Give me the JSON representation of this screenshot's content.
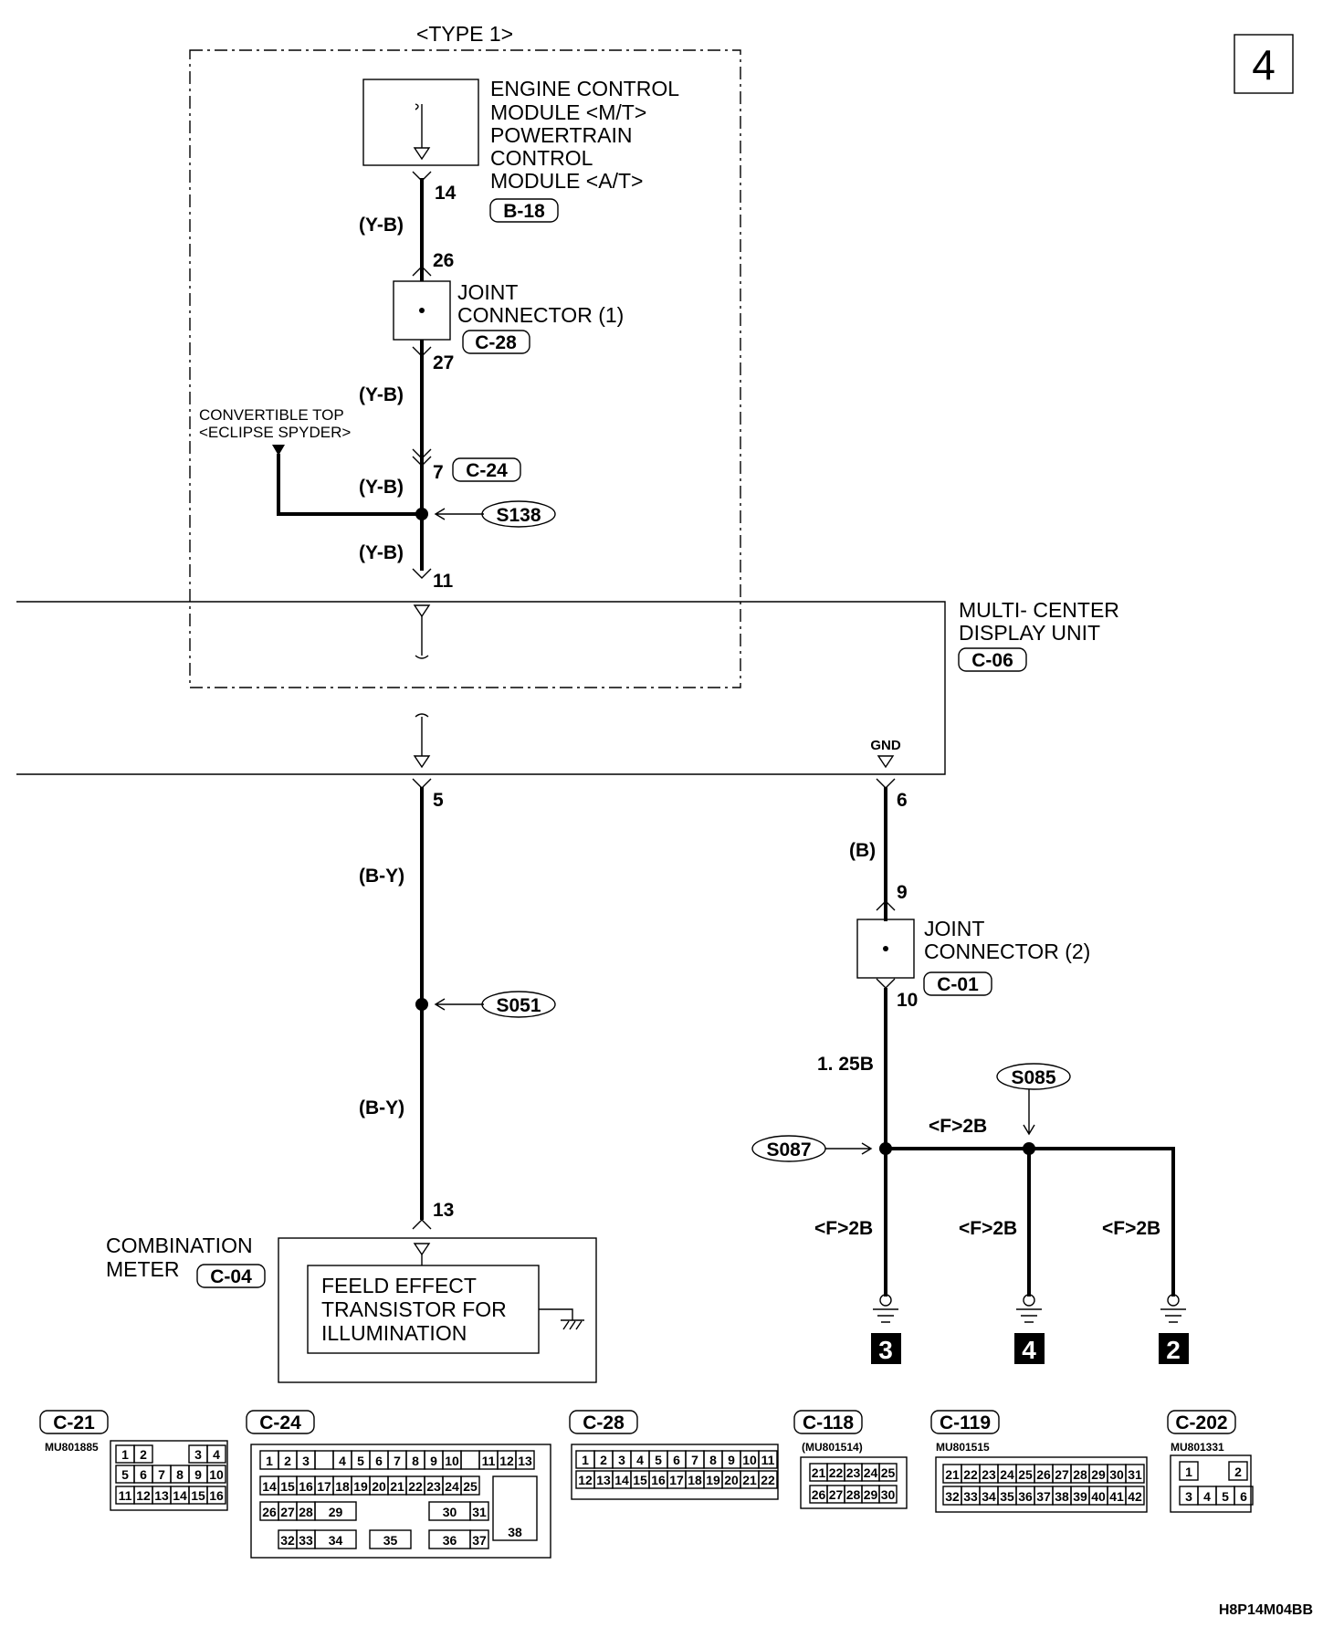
{
  "page_number": "4",
  "figure_code": "H8P14M04BB",
  "type_label": "<TYPE 1>",
  "ecm": {
    "lines": [
      "ENGINE CONTROL",
      "MODULE <M/T>",
      "POWERTRAIN",
      "CONTROL",
      "MODULE <A/T>"
    ],
    "connector": "B-18",
    "pin": "14"
  },
  "joint1": {
    "lines": [
      "JOINT",
      "CONNECTOR (1)"
    ],
    "connector": "C-28",
    "pin_in": "26",
    "pin_out": "27"
  },
  "c24": {
    "pin": "7",
    "connector": "C-24"
  },
  "convertible": {
    "lines": [
      "CONVERTIBLE TOP",
      "<ECLIPSE SPYDER>"
    ]
  },
  "splices": {
    "s138": "S138",
    "s051": "S051",
    "s085": "S085",
    "s087": "S087"
  },
  "wire_colors": {
    "yb": "(Y-B)",
    "by": "(B-Y)",
    "b": "(B)",
    "w125b": "1. 25B",
    "f2b": "<F>2B"
  },
  "mcdu": {
    "lines": [
      "MULTI- CENTER",
      "DISPLAY UNIT"
    ],
    "connector": "C-06",
    "pin_in": "11",
    "pin_5": "5",
    "pin_6": "6",
    "gnd": "GND"
  },
  "joint2": {
    "lines": [
      "JOINT",
      "CONNECTOR (2)"
    ],
    "connector": "C-01",
    "pin_in": "9",
    "pin_out": "10"
  },
  "meter": {
    "lines": [
      "COMBINATION",
      "METER"
    ],
    "connector": "C-04",
    "pin": "13",
    "fet_lines": [
      "FEELD EFFECT",
      "TRANSISTOR FOR",
      "ILLUMINATION"
    ]
  },
  "grounds": [
    "3",
    "4",
    "2"
  ],
  "connector_views": [
    {
      "id": "C-21",
      "part": "MU801885"
    },
    {
      "id": "C-24",
      "part": ""
    },
    {
      "id": "C-28",
      "part": ""
    },
    {
      "id": "C-118",
      "part": "(MU801514)"
    },
    {
      "id": "C-119",
      "part": "MU801515"
    },
    {
      "id": "C-202",
      "part": "MU801331"
    }
  ]
}
